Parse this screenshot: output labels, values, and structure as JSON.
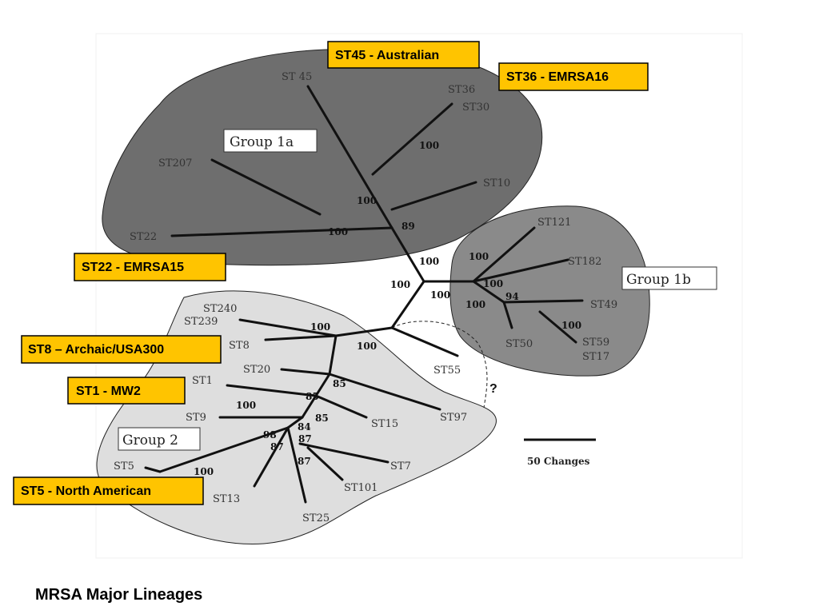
{
  "caption": "MRSA Major Lineages",
  "colors": {
    "group_1a_fill": "#6e6e6e",
    "group_1b_fill": "#8a8a8a",
    "group_2_fill": "#dedede",
    "callout_fill": "#ffc400",
    "branch": "#111111"
  },
  "groups": {
    "g1a": "Group 1a",
    "g1b": "Group 1b",
    "g2": "Group 2"
  },
  "callouts": {
    "st45": "ST45 - Australian",
    "st36": "ST36 - EMRSA16",
    "st22": "ST22 - EMRSA15",
    "st8": "ST8 – Archaic/USA300",
    "st1": "ST1 -  MW2",
    "st5": "ST5 - North American"
  },
  "taxa": {
    "st45": "ST 45",
    "st36": "ST36",
    "st30": "ST30",
    "st10": "ST10",
    "st207": "ST207",
    "st22": "ST22",
    "st121": "ST121",
    "st182": "ST182",
    "st49": "ST49",
    "st59": "ST59",
    "st17": "ST17",
    "st50": "ST50",
    "st55": "ST55",
    "st240": "ST240",
    "st239": "ST239",
    "st8": "ST8",
    "st20": "ST20",
    "st1": "ST1",
    "st9": "ST9",
    "st5": "ST5",
    "st13": "ST13",
    "st25": "ST25",
    "st101": "ST101",
    "st7": "ST7",
    "st15": "ST15",
    "st97": "ST97"
  },
  "bootstrap": {
    "b1": "100",
    "b2": "100",
    "b3": "89",
    "b4": "100",
    "b5": "100",
    "b6": "100",
    "b7": "100",
    "b8": "100",
    "b9": "100",
    "b10": "94",
    "b11": "100",
    "b12": "100",
    "b13": "100",
    "b14": "100",
    "b15": "85",
    "b16": "85",
    "b17": "100",
    "b18": "84",
    "b19": "85",
    "b20": "98",
    "b21": "87",
    "b22": "87",
    "b23": "87",
    "b24": "100"
  },
  "unknown_marker": "?",
  "scale_label": "50 Changes"
}
